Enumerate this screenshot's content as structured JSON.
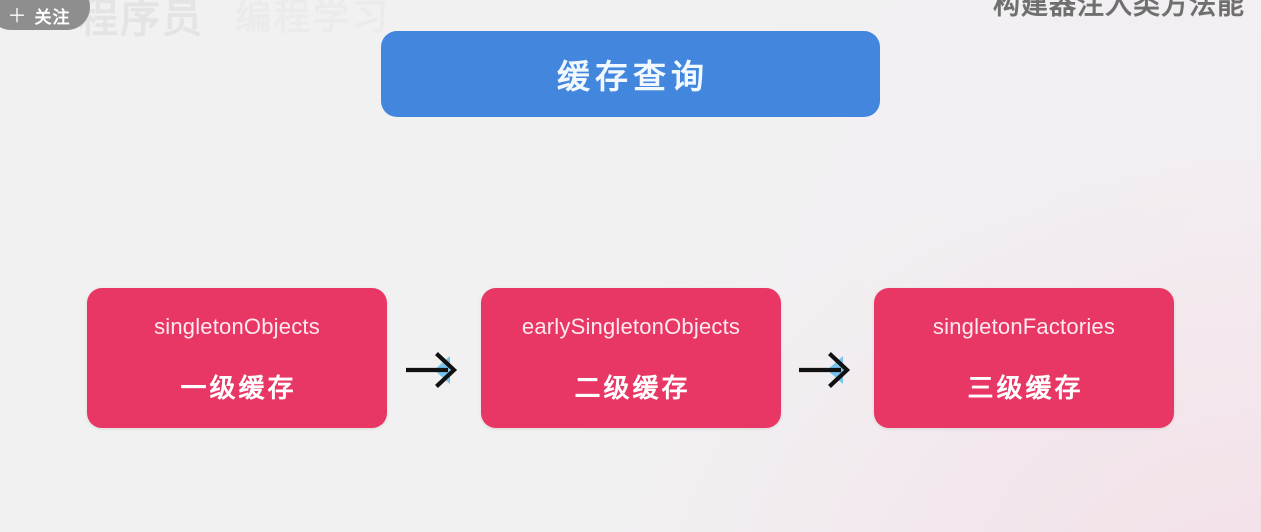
{
  "overlay": {
    "follow_button": {
      "plus": "＋",
      "label": "关注"
    },
    "watermark_primary": "程序员",
    "watermark_secondary": "编程学习",
    "top_clipped_text": "构建器注入类方法能"
  },
  "header": {
    "title": "缓存查询",
    "color": "#4287dd",
    "text_color": "#f2f8ff"
  },
  "diagram": {
    "type": "flow",
    "card_color": "#e93765",
    "card_text_color": "#ffffff",
    "card_code_color": "#fde9ef",
    "arrow_outline_color": "#111111",
    "arrow_fill_color": "#79c4ee",
    "cards": [
      {
        "code": "singletonObjects",
        "label": "一级缓存"
      },
      {
        "code": "earlySingletonObjects",
        "label": "二级缓存"
      },
      {
        "code": "singletonFactories",
        "label": "三级缓存"
      }
    ],
    "arrows": [
      {
        "name": "arrow-level1-to-level2"
      },
      {
        "name": "arrow-level2-to-level3"
      }
    ]
  },
  "background": {
    "base_color": "#f1f1f1",
    "tint_color": "#f4eef2"
  }
}
